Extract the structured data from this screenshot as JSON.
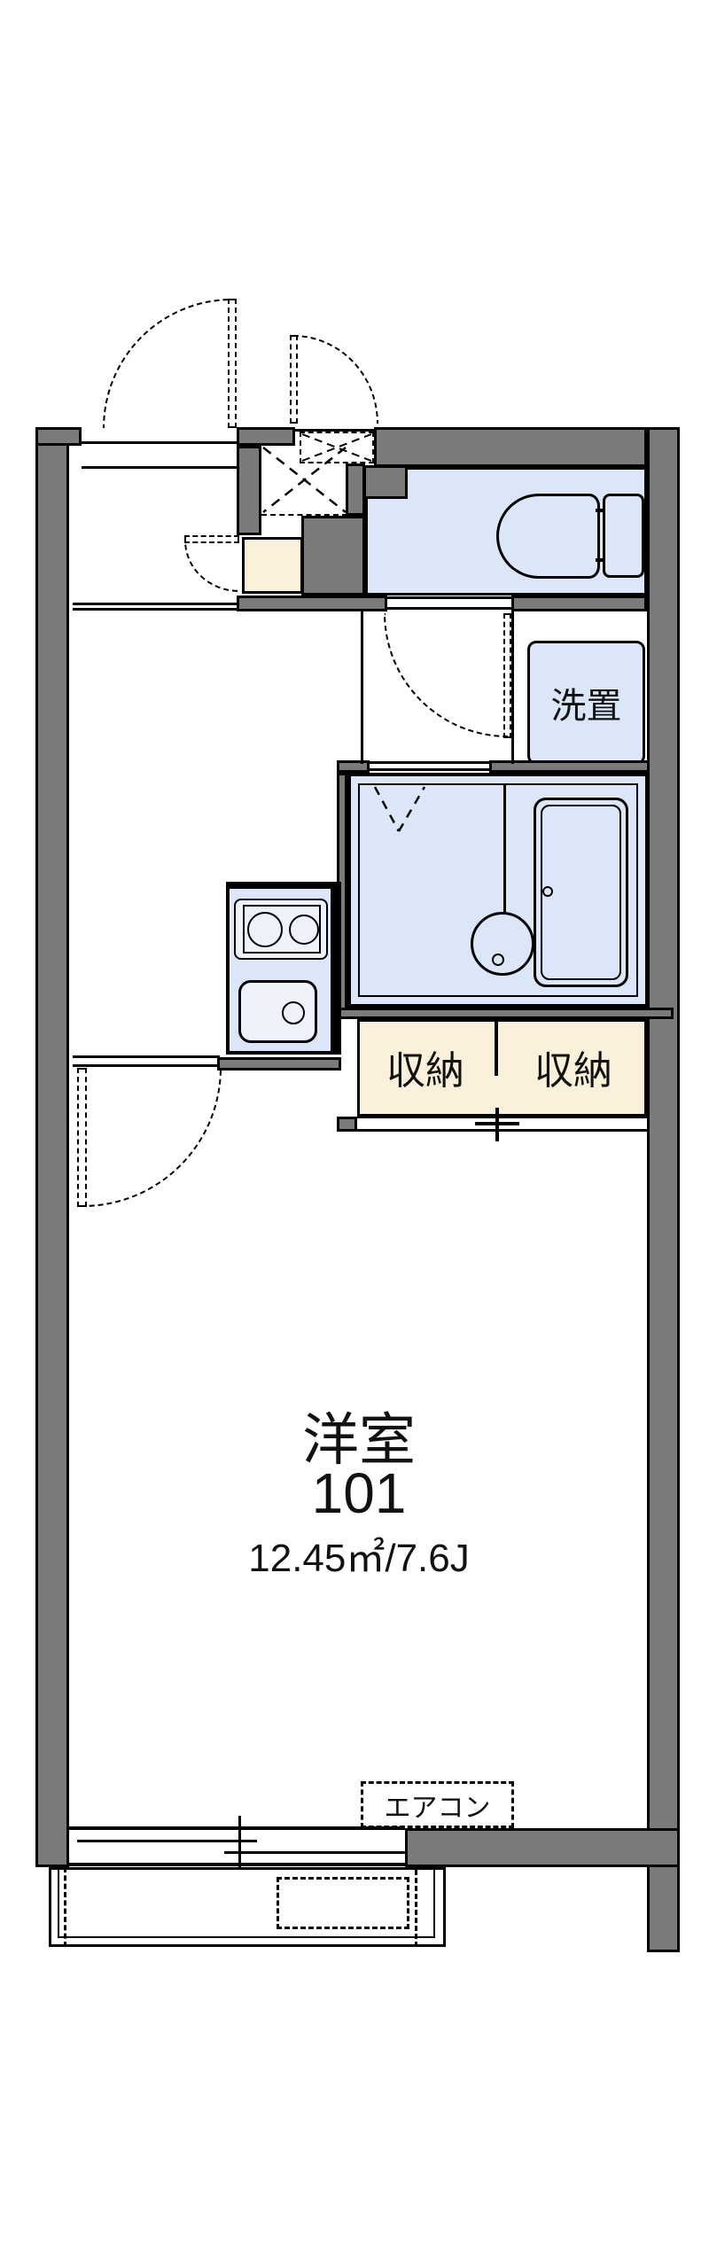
{
  "labels": {
    "room_name": "洋室",
    "room_number": "101",
    "room_area": "12.45㎡/7.6J",
    "storage_left": "収納",
    "storage_right": "収納",
    "washer_space": "洗置",
    "aircon": "エアコン"
  },
  "colors": {
    "wall": "#7b7b7b",
    "water_fixture": "#dbe7f8",
    "storage_fill": "#fbf0d9",
    "line": "#000000",
    "background": "#ffffff"
  }
}
